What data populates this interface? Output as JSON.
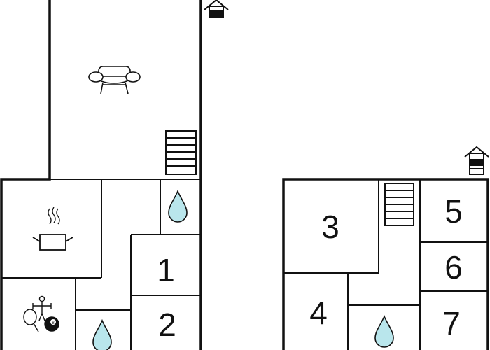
{
  "diagram": {
    "type": "floor-plan",
    "colors": {
      "walls": "#111111",
      "water": "#b9e6ec",
      "background": "#ffffff"
    },
    "room_numbers": {
      "room_1": "1",
      "room_2": "2",
      "room_3": "3",
      "room_4": "4",
      "room_5": "5",
      "room_6": "6",
      "room_7": "7"
    },
    "icons": {
      "entrance": "house-entrance-icon",
      "sofa": "sofa-icon",
      "stairs": "stairs-icon",
      "kitchen": "cooking-pot-icon",
      "bathroom": "water-drop-icon",
      "games": "table-tennis-billiards-icon"
    }
  }
}
